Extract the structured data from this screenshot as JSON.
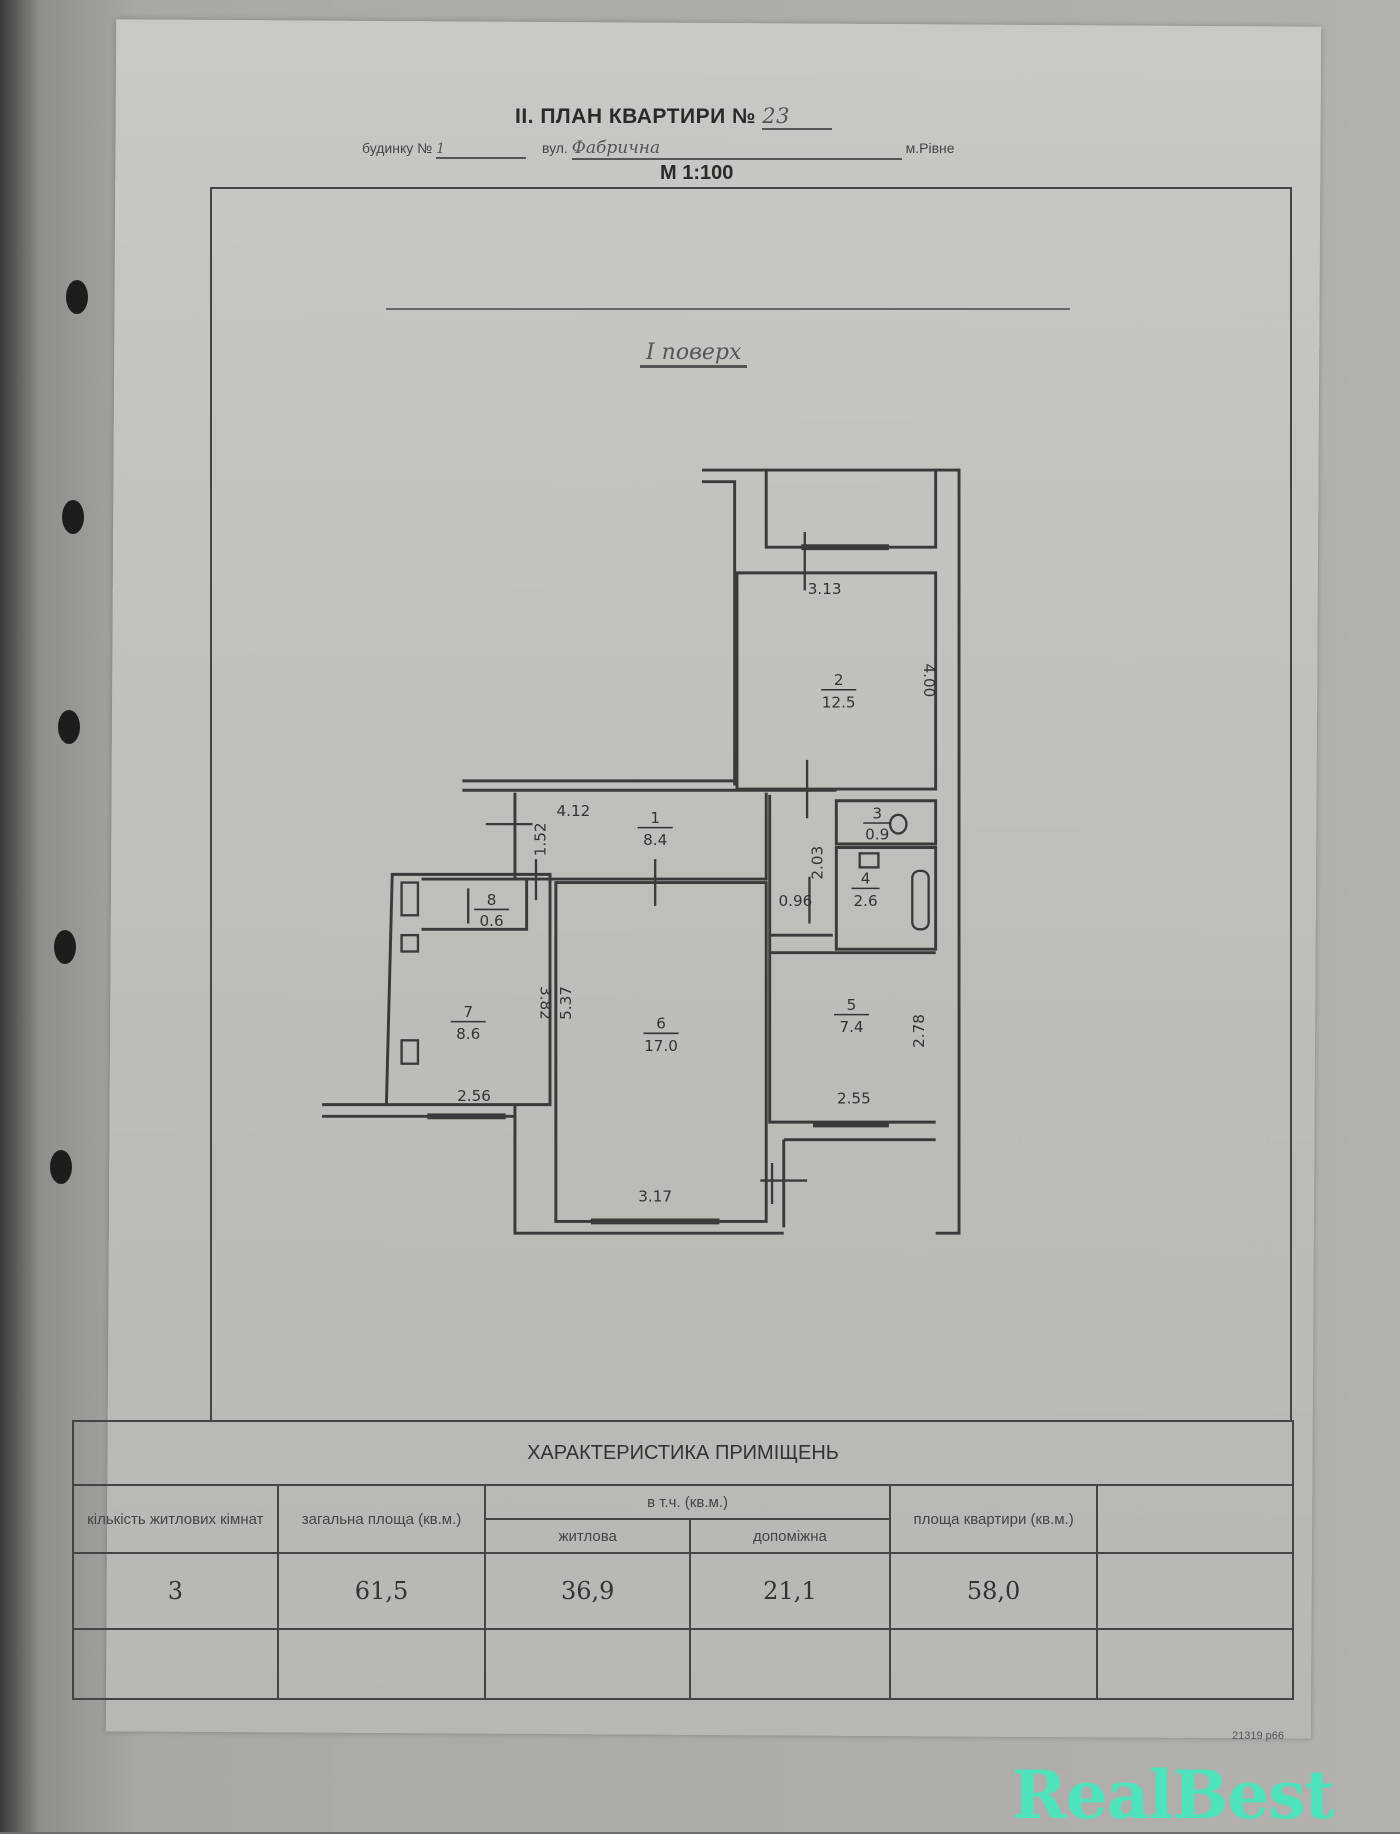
{
  "header": {
    "title_prefix": "II. ПЛАН КВАРТИРИ №",
    "apartment_no": "23",
    "building_label": "будинку №",
    "building_no": "1",
    "street_label": "вул.",
    "street": "Фабрична",
    "city": "м.Рівне",
    "scale": "М 1:100"
  },
  "floor_label": "І поверх",
  "plan": {
    "rooms": [
      {
        "no": "1",
        "area": "8.4"
      },
      {
        "no": "2",
        "area": "12.5"
      },
      {
        "no": "3",
        "area": "0.9"
      },
      {
        "no": "4",
        "area": "2.6"
      },
      {
        "no": "5",
        "area": "7.4"
      },
      {
        "no": "6",
        "area": "17.0"
      },
      {
        "no": "7",
        "area": "8.6"
      },
      {
        "no": "8",
        "area": "0.6"
      }
    ],
    "dimensions": {
      "d313": "3.13",
      "d400": "4.00",
      "d412": "4.12",
      "d152": "1.52",
      "d096": "0.96",
      "d203": "2.03",
      "d382": "3.82",
      "d537": "5.37",
      "d278": "2.78",
      "d256": "2.56",
      "d255": "2.55",
      "d317": "3.17"
    }
  },
  "table": {
    "caption": "ХАРАКТЕРИСТИКА ПРИМІЩЕНЬ",
    "headers": {
      "rooms": "кількість житлових кімнат",
      "total": "загальна площа (кв.м.)",
      "incl": "в т.ч. (кв.м.)",
      "living": "житлова",
      "auxiliary": "допоміжна",
      "apartment": "площа квартири (кв.м.)"
    },
    "values": {
      "rooms": "3",
      "total": "61,5",
      "living": "36,9",
      "auxiliary": "21,1",
      "apartment": "58,0"
    }
  },
  "footer_code": "21319 p66",
  "watermark": "RealBest",
  "colors": {
    "watermark": "#4fe3bd"
  }
}
